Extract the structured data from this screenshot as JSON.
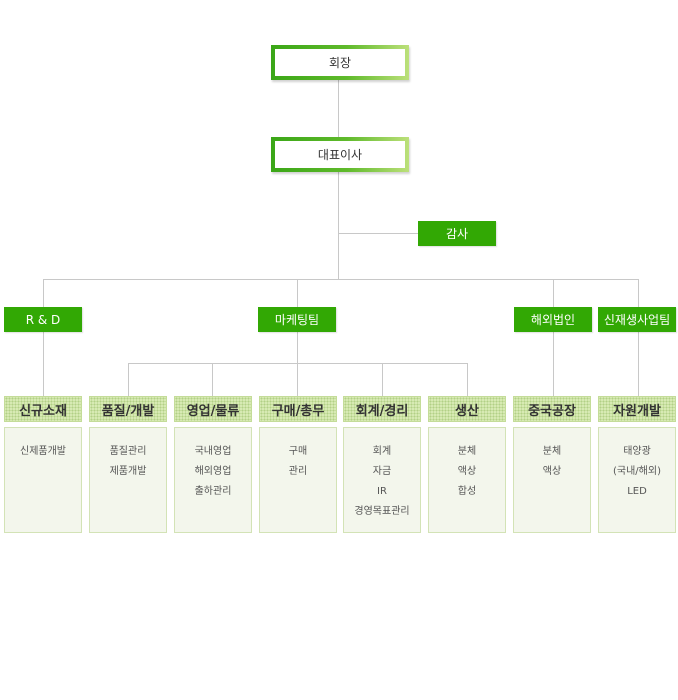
{
  "chairman": "회장",
  "ceo": "대표이사",
  "auditor": "감사",
  "divisions": {
    "rnd": "R & D",
    "marketing": "마케팅팀",
    "overseas": "해외법인",
    "new_biz": "신재생사업팀"
  },
  "departments": [
    {
      "name": "신규소재",
      "items": [
        "신제품개발"
      ]
    },
    {
      "name": "품질/개발",
      "items": [
        "품질관리",
        "제품개발"
      ]
    },
    {
      "name": "영업/물류",
      "items": [
        "국내영업",
        "해외영업",
        "출하관리"
      ]
    },
    {
      "name": "구매/총무",
      "items": [
        "구매",
        "관리"
      ]
    },
    {
      "name": "회계/경리",
      "items": [
        "회계",
        "자금",
        "IR",
        "경영목표관리"
      ]
    },
    {
      "name": "생산",
      "items": [
        "분체",
        "액상",
        "합성"
      ]
    },
    {
      "name": "중국공장",
      "items": [
        "분체",
        "액상"
      ]
    },
    {
      "name": "자원개발",
      "items": [
        "태양광",
        "(국내/해외)",
        "LED"
      ]
    }
  ],
  "colors": {
    "green": "#32a804",
    "header_bg": "#d7eab3",
    "body_bg": "#f3f6ec",
    "line": "#c8c8c8"
  }
}
